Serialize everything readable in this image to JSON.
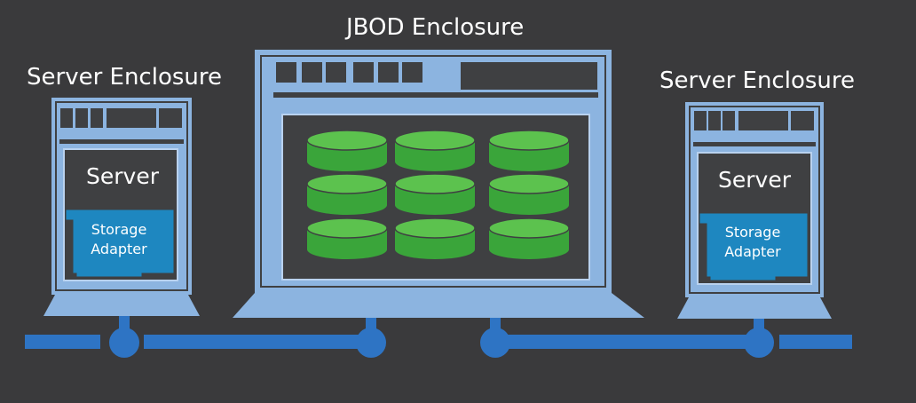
{
  "jbod": {
    "title": "JBOD Enclosure",
    "disk_columns": 3,
    "disks_per_column": 3
  },
  "servers": [
    {
      "enclosure_label": "Server Enclosure",
      "server_label": "Server",
      "adapter_label": "Storage Adapter"
    },
    {
      "enclosure_label": "Server Enclosure",
      "server_label": "Server",
      "adapter_label": "Storage Adapter"
    }
  ],
  "colors": {
    "background": "#3a3a3c",
    "enclosure": "#8cb4e0",
    "enclosure_outline": "#b9d2ef",
    "panel": "#3f4042",
    "adapter": "#1e87c0",
    "bus": "#2e74c4",
    "disk_top": "#5cc24e",
    "disk_side": "#3aa53a",
    "text": "#ffffff"
  }
}
